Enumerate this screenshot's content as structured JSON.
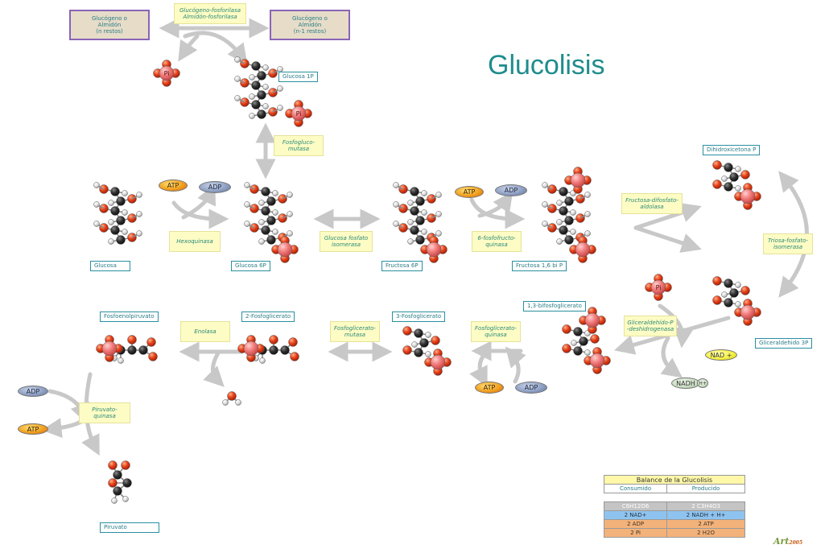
{
  "title": "Glucolisis",
  "polymers": {
    "left": "Glucógeno o\nAlmidón\n(n restos)",
    "right": "Glucógeno o\nAlmidón\n(n-1 restos)"
  },
  "molecule_labels": {
    "glucosa_1p": "Glucosa 1P",
    "glucosa": "Glucosa",
    "glucosa_6p": "Glucosa 6P",
    "fructosa_6p": "Fructosa 6P",
    "fructosa_16bp": "Fructosa 1,6 bi P",
    "dihidroxicetona": "Dihidroxicetona P",
    "gliceraldehido_3p": "Gliceraldehido 3P",
    "bifosfoglicerato": "1,3-bifosfoglicerato",
    "fosfoglicerato_3": "3-Fosfoglicerato",
    "fosfoglicerato_2": "2-Fosfoglicerato",
    "fosfoenolpiruvato": "Fosfoenolpiruvato",
    "piruvato": "Piruvato"
  },
  "enzymes": {
    "glucogeno_fosforilasa": "Glucógeno-fosforilasa\nAlmidón-fosforilasa",
    "fosfoglucomutasa": "Fosfogluco-\nmutasa",
    "hexoquinasa": "Hexoquinasa",
    "glucosa_fosfato_isomerasa": "Glucosa fosfato\nisomerasa",
    "fosfofructoquinasa": "6-fosfofructo-\nquinasa",
    "fructosa_difosfato_aldolasa": "Fructosa-difosfato-\naldolasa",
    "triosa_fosfato_isomerasa": "Triosa-fosfato-\nisomerasa",
    "gliceraldehido_deshidrogenasa": "Gliceraldehído-P\n-deshidrogenasa",
    "fosfoglicerato_quinasa": "Fosfoglicerato-\nquinasa",
    "fosfoglicerato_mutasa": "Fosfoglicerato-\nmutasa",
    "enolasa": "Enolasa",
    "piruvato_quinasa": "Piruvato-\nquinasa"
  },
  "cofactors": {
    "atp": "ATP",
    "adp": "ADP",
    "nad": "NAD +",
    "nadh": "NADH",
    "h_plus": "H+",
    "pi": "Pi"
  },
  "balance": {
    "title": "Balance de la Glucolisis",
    "col_consumed": "Consumido",
    "col_produced": "Producido",
    "rows": [
      {
        "consumed": "C6H12O6",
        "produced": "2 C3H4O3"
      },
      {
        "consumed": "2 NAD+",
        "produced": "2 NADH + H+"
      },
      {
        "consumed": "2 ADP",
        "produced": "2 ATP"
      },
      {
        "consumed": "2 Pi",
        "produced": "2 H2O"
      }
    ]
  },
  "logo": {
    "text": "Art",
    "year": "2005"
  },
  "colors": {
    "carbon": "#2a2a2a",
    "oxygen": "#e24a1a",
    "hydrogen": "#e8e8e8",
    "phosphate": "#f07878",
    "arrow": "#c8c8c8",
    "label_text": "#2a7d87",
    "title": "#1f8c8c"
  }
}
